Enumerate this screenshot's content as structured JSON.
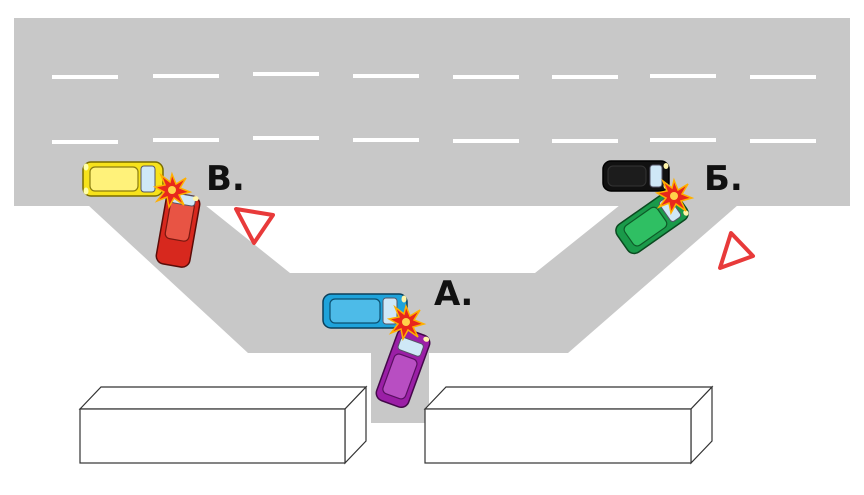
{
  "labels": {
    "a": "А.",
    "b": "Б.",
    "v": "В."
  },
  "colors": {
    "road": "#c8c8c8",
    "lane_marking": "#ffffff",
    "yield_sign": "#e83a3a",
    "building": "#ffffff",
    "car_yellow": "#f7e21b",
    "car_red": "#d7281e",
    "car_black": "#111111",
    "car_green": "#1a9a4a",
    "car_blue": "#1ea3db",
    "car_purple": "#9b1fa6",
    "crash_burst": "#e8271c"
  },
  "icons": {
    "yield_sign": "yield-triangle-icon",
    "crash": "crash-burst-icon"
  }
}
